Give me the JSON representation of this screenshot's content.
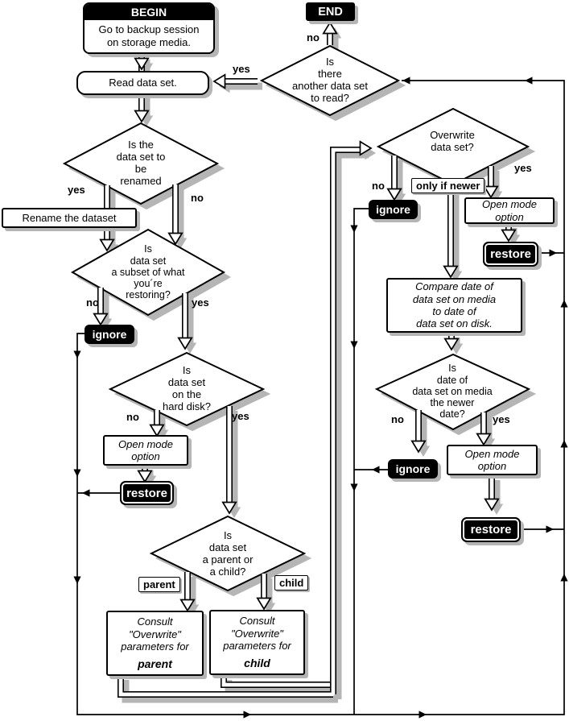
{
  "colors": {
    "ink": "#000000",
    "paper": "#ffffff",
    "shadow": "#b5b5b5"
  },
  "terminals": {
    "begin": "BEGIN",
    "end": "END"
  },
  "steps": {
    "goto_backup": "Go to backup session\non storage media.",
    "read_data_set": "Read data set.",
    "rename_dataset": "Rename the dataset",
    "open_mode_left": "Open mode\noption",
    "open_mode_right_top": "Open mode\noption",
    "open_mode_right_bottom": "Open mode\noption",
    "compare_dates": "Compare date of\ndata set on media\nto date of\ndata set on disk.",
    "consult_parent": {
      "body": "Consult\n\"Overwrite\"\nparameters for",
      "emphasis": "parent"
    },
    "consult_child": {
      "body": "Consult\n\"Overwrite\"\nparameters for",
      "emphasis": "child"
    }
  },
  "decisions": {
    "another_data_set": "Is\nthere\nanother data set\nto read?",
    "rename": "Is the\ndata set to\nbe\nrenamed",
    "subset": "Is\ndata set\na subset of what\nyou´re\nrestoring?",
    "hard_disk": "Is\ndata set\non the\nhard disk?",
    "parent_or_child": "Is\ndata set\na parent or\na child?",
    "overwrite": "Overwrite\ndata set?",
    "newer_date": "Is\ndate of\ndata set on media\nthe newer\ndate?"
  },
  "actions": {
    "ignore_subset": "ignore",
    "ignore_overwrite": "ignore",
    "ignore_newer": "ignore",
    "restore_left": "restore",
    "restore_right_top": "restore",
    "restore_right_bottom": "restore"
  },
  "branch_labels": {
    "another_no": "no",
    "another_yes": "yes",
    "rename_yes": "yes",
    "rename_no": "no",
    "subset_no": "no",
    "subset_yes": "yes",
    "hard_disk_no": "no",
    "hard_disk_yes": "yes",
    "parent": "parent",
    "child": "child",
    "overwrite_no": "no",
    "overwrite_only_if_newer": "only if newer",
    "overwrite_yes": "yes",
    "newer_no": "no",
    "newer_yes": "yes"
  }
}
